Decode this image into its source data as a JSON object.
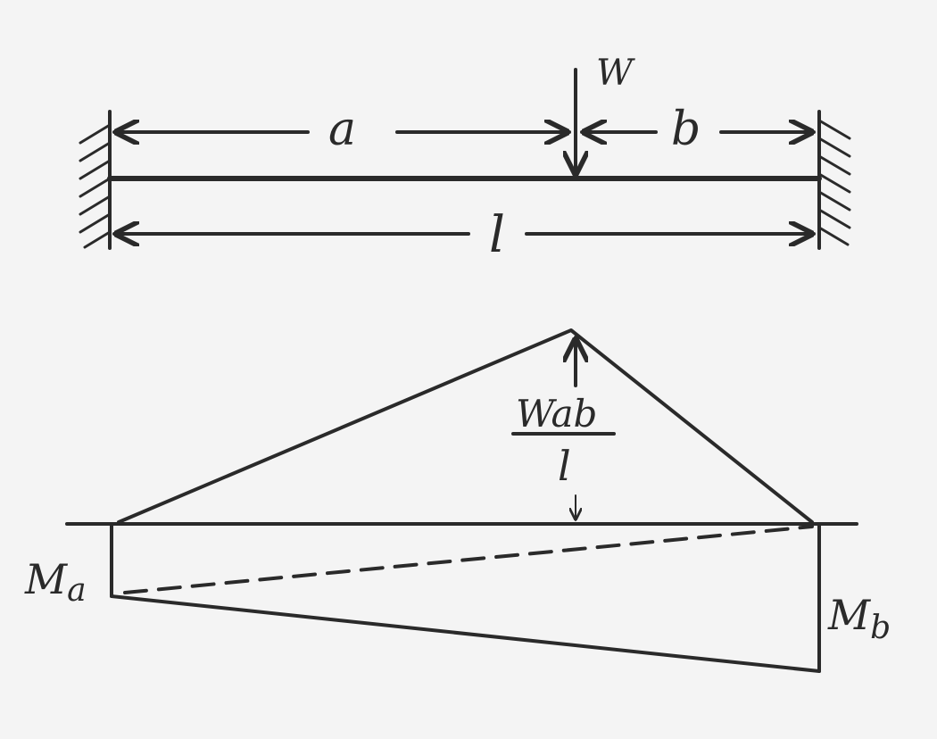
{
  "labels": {
    "load": "W",
    "dist_a": "a",
    "dist_b": "b",
    "span": "l",
    "moment_num": "Wab",
    "moment_den": "l",
    "moment_a": "M",
    "moment_a_sub": "a",
    "moment_b": "M",
    "moment_b_sub": "b"
  },
  "colors": {
    "ink": "#2a2a2a",
    "paper": "#f4f4f4"
  }
}
